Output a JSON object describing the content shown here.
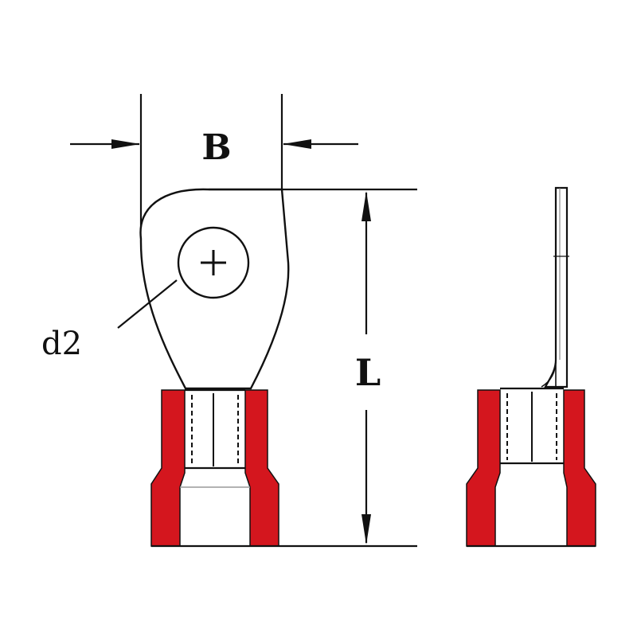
{
  "labels": {
    "width": "B",
    "length": "L",
    "hole_diameter": "d2"
  },
  "colors": {
    "line": "#111111",
    "insulation": "#d4161e",
    "background": "#ffffff"
  }
}
